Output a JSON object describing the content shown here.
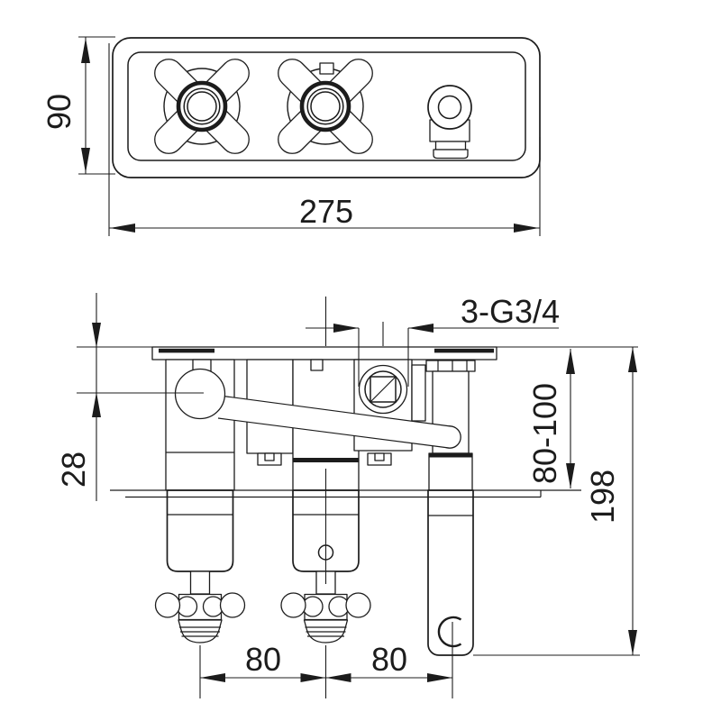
{
  "drawing": {
    "type": "technical-installation-diagram",
    "subject": "concealed 3-hole bath shower mixer valve",
    "ink_color": "#1c1c1c",
    "background_color": "#ffffff",
    "views": {
      "plan_view": "trim plate with two cross handles and hand shower outlet",
      "side_view": "wall section with valve bodies, inlets and shower hook"
    },
    "labels": {
      "plate_width": "275",
      "plate_height": "90",
      "plate_projection": "28",
      "install_height": "198",
      "wall_depth_range": "80-100",
      "connections": "3-G3/4",
      "spacing_left": "80",
      "spacing_right": "80"
    }
  }
}
